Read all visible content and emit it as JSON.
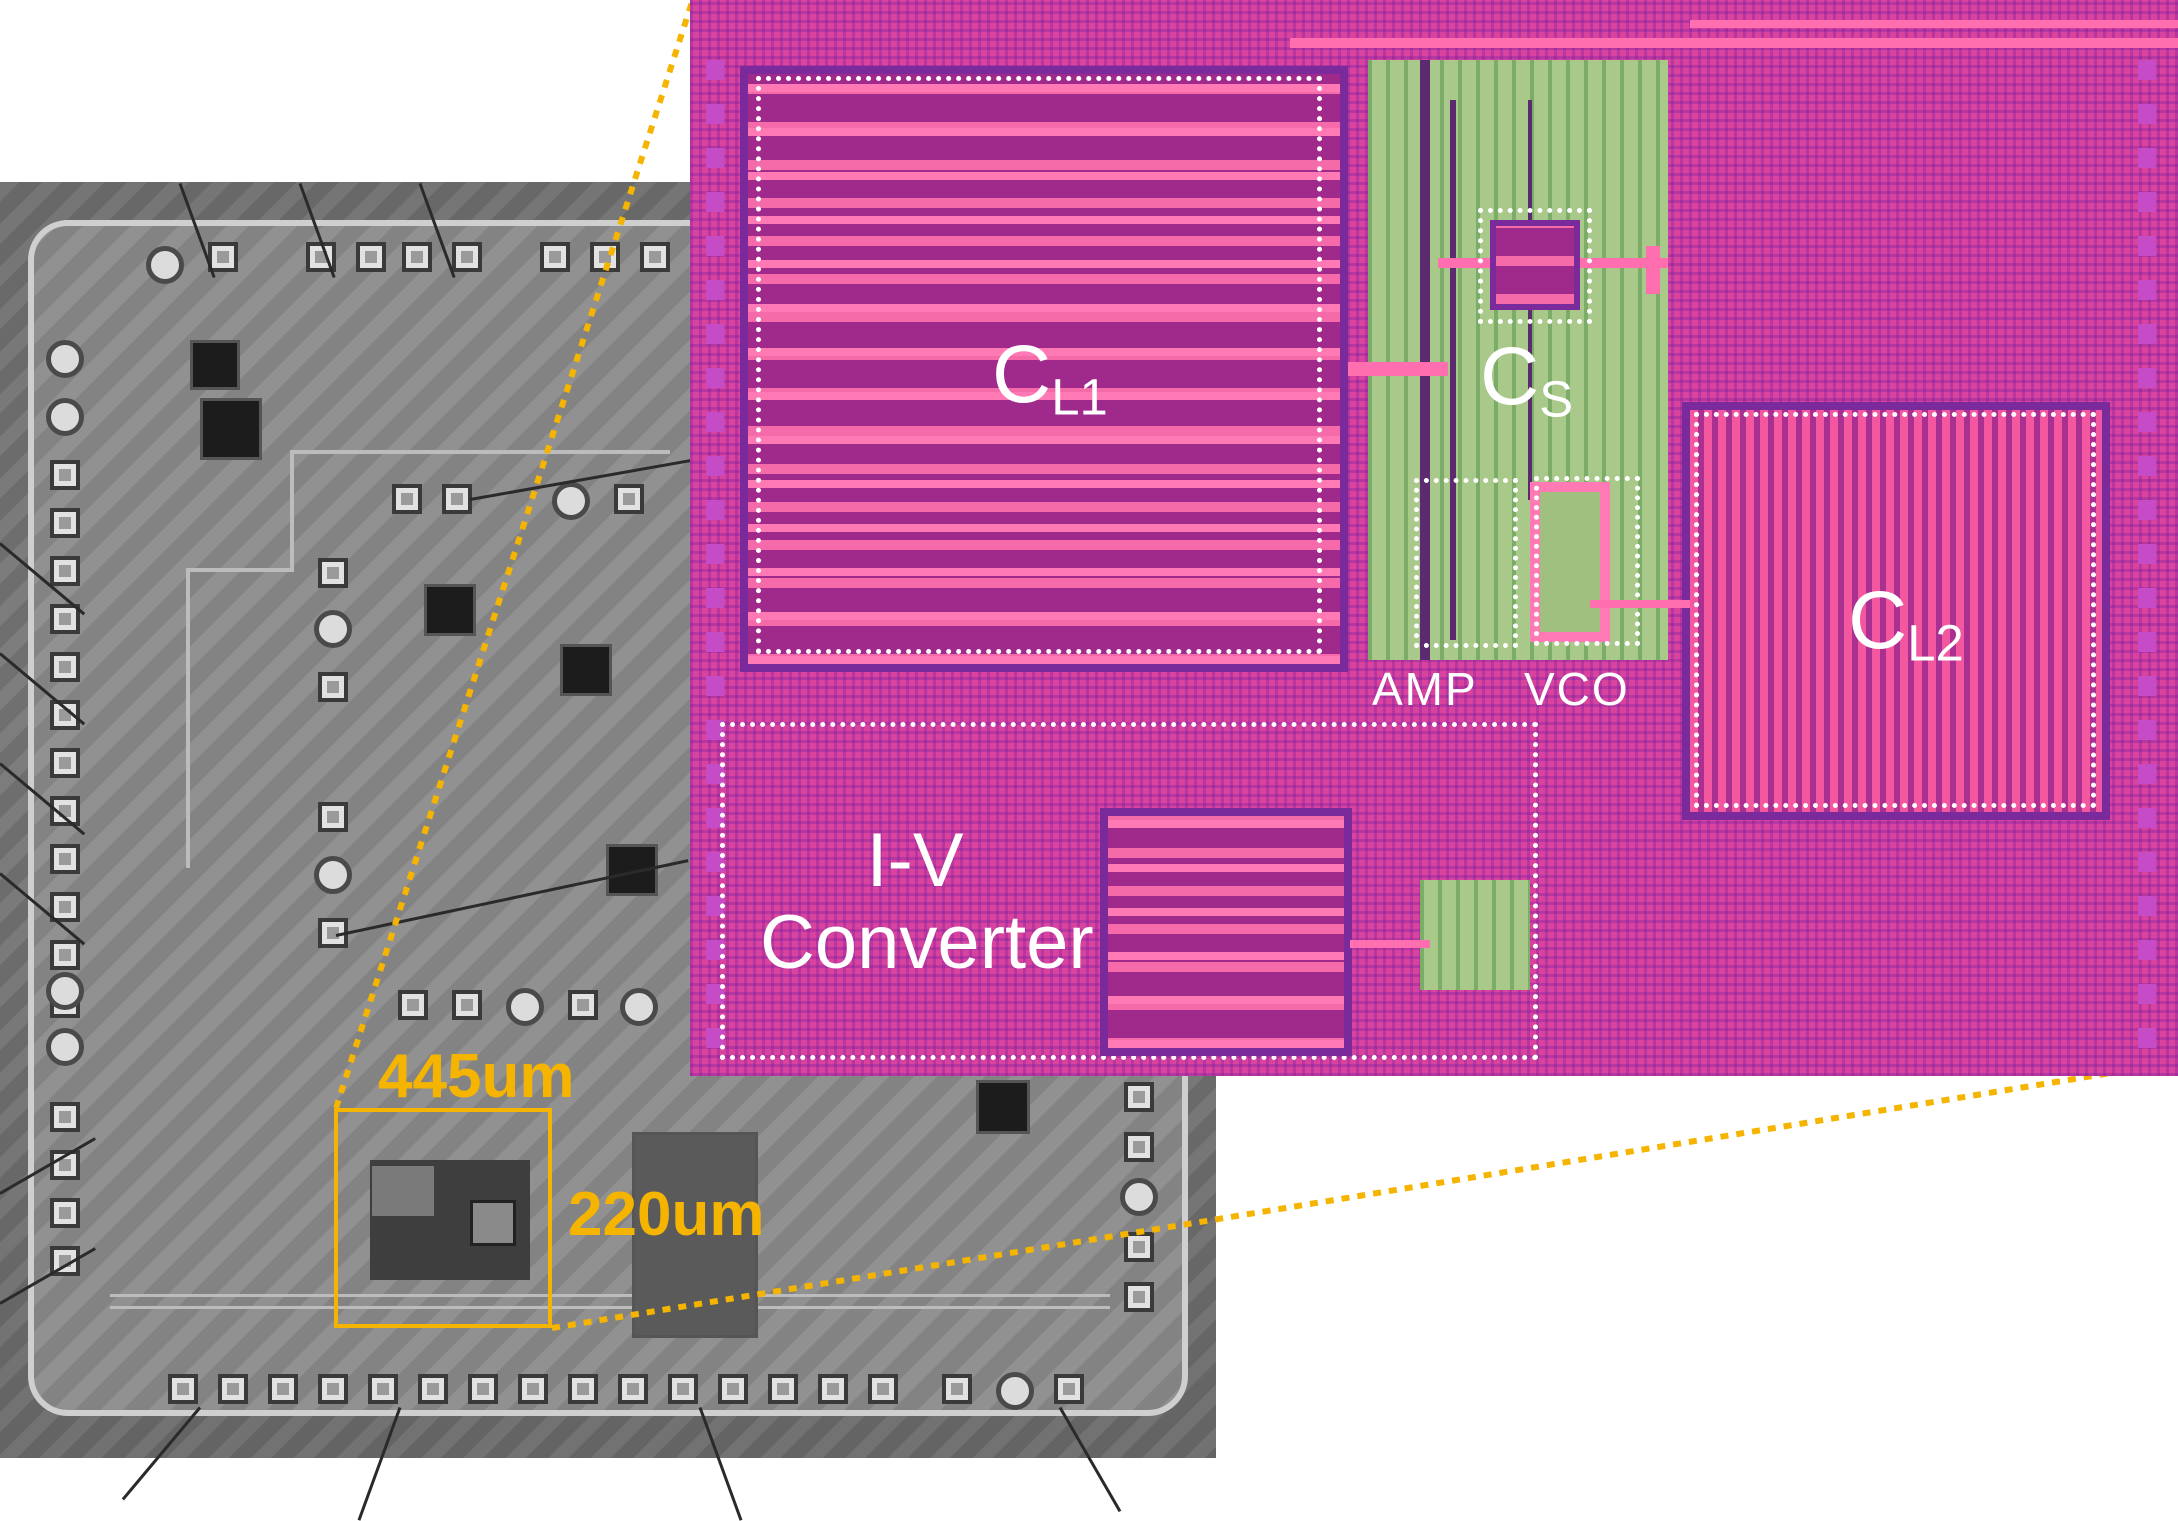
{
  "scale": {
    "width_label": "445um",
    "height_label": "220um",
    "highlight_color": "#f5b400"
  },
  "micrograph": {
    "blocks": {
      "cl1": {
        "main": "C",
        "sub": "L1"
      },
      "cs": {
        "main": "C",
        "sub": "S"
      },
      "cl2": {
        "main": "C",
        "sub": "L2"
      },
      "amp": "AMP",
      "vco": "VCO",
      "iv_line1": "I-V",
      "iv_line2": "Converter"
    },
    "outline_color": "#ffffff"
  }
}
